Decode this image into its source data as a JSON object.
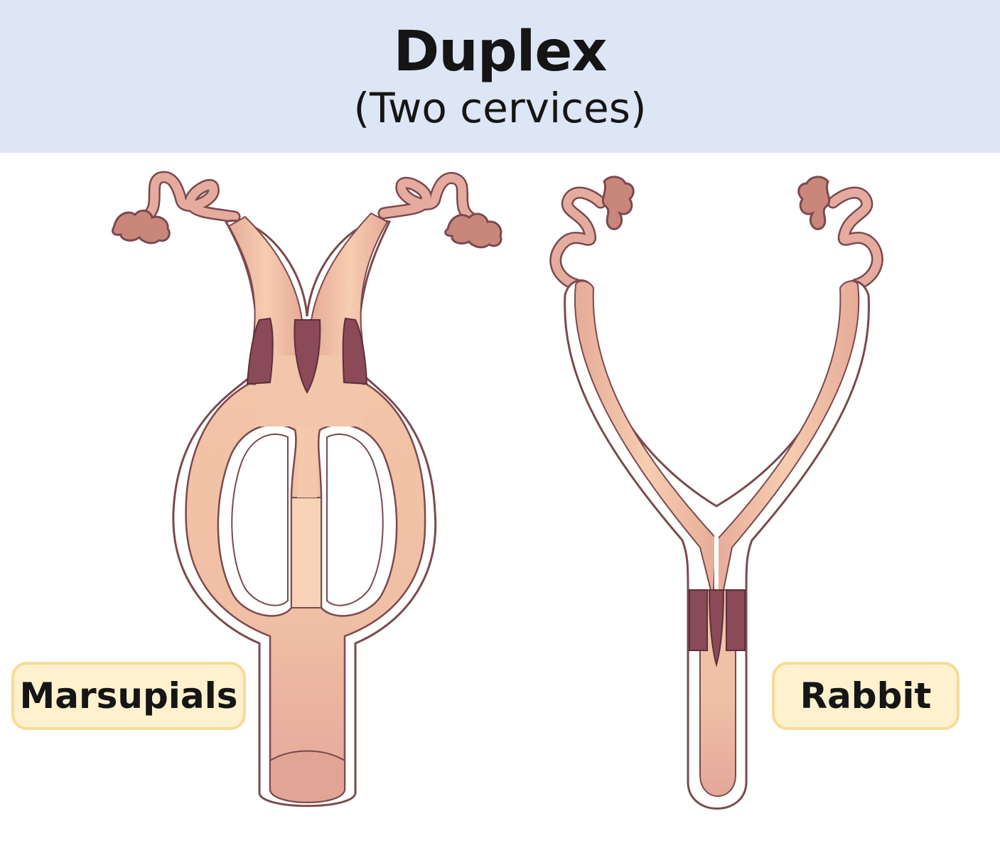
{
  "header": {
    "title": "Duplex",
    "subtitle": "(Two cervices)"
  },
  "labels": {
    "marsupials": "Marsupials",
    "rabbit": "Rabbit"
  },
  "colors": {
    "header_bg": "#dde6f5",
    "tissue": "#f5c9ab",
    "tissue_dark": "#e3a699",
    "cervix": "#8b4a58",
    "outline": "#7a4a4e",
    "ovary": "#c88378",
    "label_bg": "#fdf1ce",
    "label_border": "#f6dc98"
  }
}
